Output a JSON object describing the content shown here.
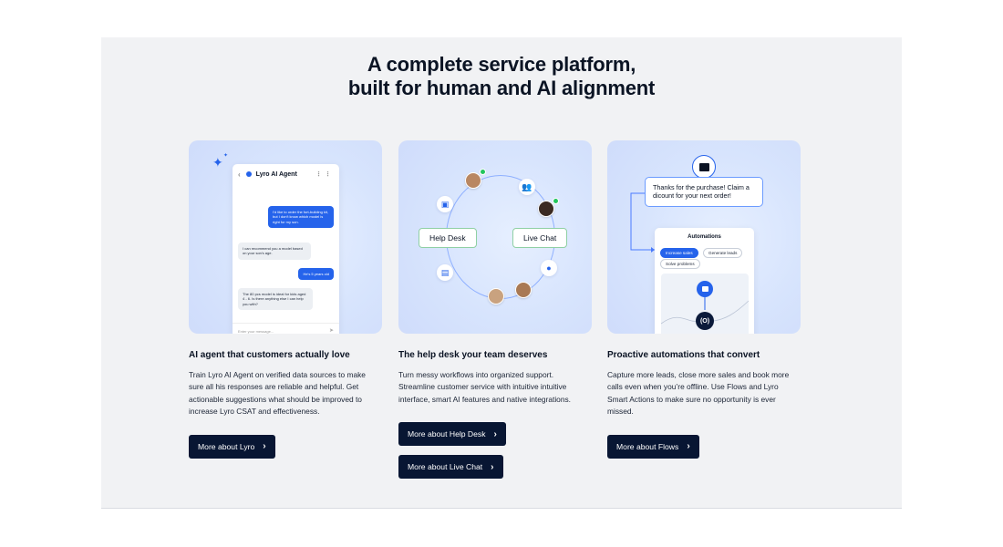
{
  "headline": {
    "line1": "A complete service platform,",
    "line2": "built for human and AI alignment"
  },
  "cards": [
    {
      "title": "AI agent that customers actually love",
      "description": "Train Lyro AI Agent on verified data sources to make sure all his responses are reliable and helpful. Get actionable suggestions what should be improved to increase Lyro CSAT and effectiveness.",
      "buttons": [
        "More about Lyro"
      ],
      "illustration": {
        "agent_name": "Lyro AI Agent",
        "messages": [
          {
            "from": "user",
            "text": "I'd like to order the fort-building kit, but I don't know which model is right for my son."
          },
          {
            "from": "bot",
            "text": "I can recommend you a model based on your son's age."
          },
          {
            "from": "user",
            "text": "He's 5 years old"
          },
          {
            "from": "bot",
            "text": "The 80 pcs model is ideal for kids aged 4 - 6. Is there anything else I can help you with?"
          }
        ],
        "input_placeholder": "Enter your message..."
      }
    },
    {
      "title": "The help desk your team deserves",
      "description": "Turn messy workflows into organized support. Streamline customer service with intuitive intuitive interface, smart AI features and native integrations.",
      "buttons": [
        "More about Help Desk",
        "More about Live Chat"
      ],
      "illustration": {
        "pills": [
          "Help Desk",
          "Live Chat"
        ]
      }
    },
    {
      "title": "Proactive automations that convert",
      "description": "Capture more leads, close more sales and book more calls even when you’re offline. Use Flows and Lyro Smart Actions to make sure no opportunity is ever missed.",
      "buttons": [
        "More about Flows"
      ],
      "illustration": {
        "message": "Thanks for the purchase! Claim a dicount for your next order!",
        "panel_title": "Automations",
        "chips": [
          "Increase sales",
          "Generate leads",
          "Solve problems"
        ],
        "active_chip": "Increase sales"
      }
    }
  ],
  "colors": {
    "accent": "#2563eb",
    "button_bg": "#081633",
    "section_bg": "#f1f2f4",
    "card_bg": "#d7e4fd",
    "avatar_1": "#b98762",
    "avatar_2": "#3b2a22",
    "avatar_3": "#c9a27f",
    "avatar_4": "#a97954"
  },
  "icons": {
    "sparkle": "sparkle-icon",
    "inbox": "inbox-icon",
    "users": "users-icon",
    "contact": "contact-card-icon",
    "chat": "chat-bubble-icon",
    "check": "check-badge-icon",
    "chevron": "chevron-right-icon"
  }
}
